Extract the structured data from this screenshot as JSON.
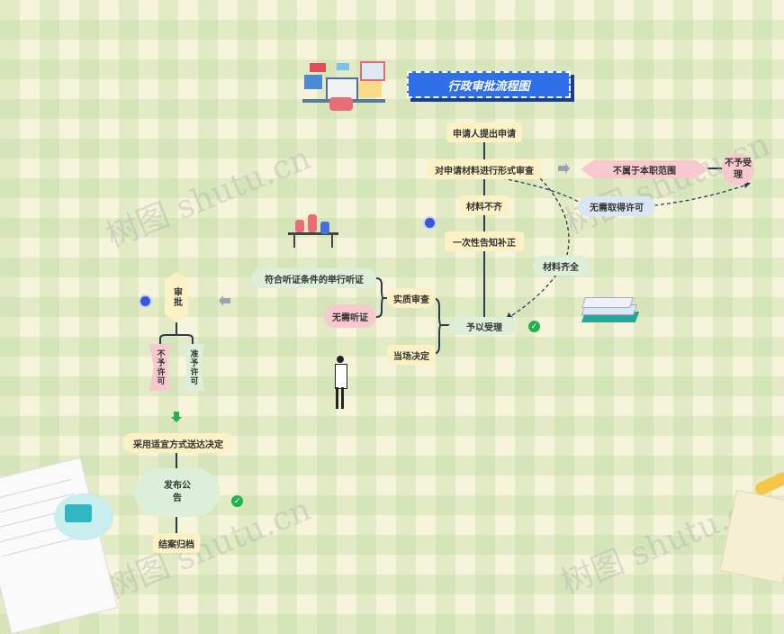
{
  "title": "行政审批流程图",
  "watermark": "树图 shutu.cn",
  "nodes": {
    "apply": "申请人提出申请",
    "formal_review": "对申请材料进行形式审查",
    "not_in_scope": "不属于本职范围",
    "not_accept": "不予受理",
    "no_permit_needed": "无需取得许可",
    "incomplete": "材料不齐",
    "one_time_notice": "一次性告知补正",
    "complete": "材料齐全",
    "hearing": "符合听证条件的举行听证",
    "no_hearing": "无需听证",
    "substantive": "实质审查",
    "onsite": "当场决定",
    "accept": "予以受理",
    "approve": "审批",
    "deny_permit": "不予许可",
    "grant_permit": "准予许可",
    "deliver": "采用适宜方式送达决定",
    "publish": "发布公告",
    "archive": "结案归档"
  },
  "colors": {
    "title_bg": "#2f6fe8",
    "node_yellow": "#fbf1c4",
    "node_pink": "#f7c9cf",
    "node_green": "#ddefd9",
    "node_blue": "#dbe6f5",
    "line": "#2b3a55",
    "check": "#22b14c"
  }
}
